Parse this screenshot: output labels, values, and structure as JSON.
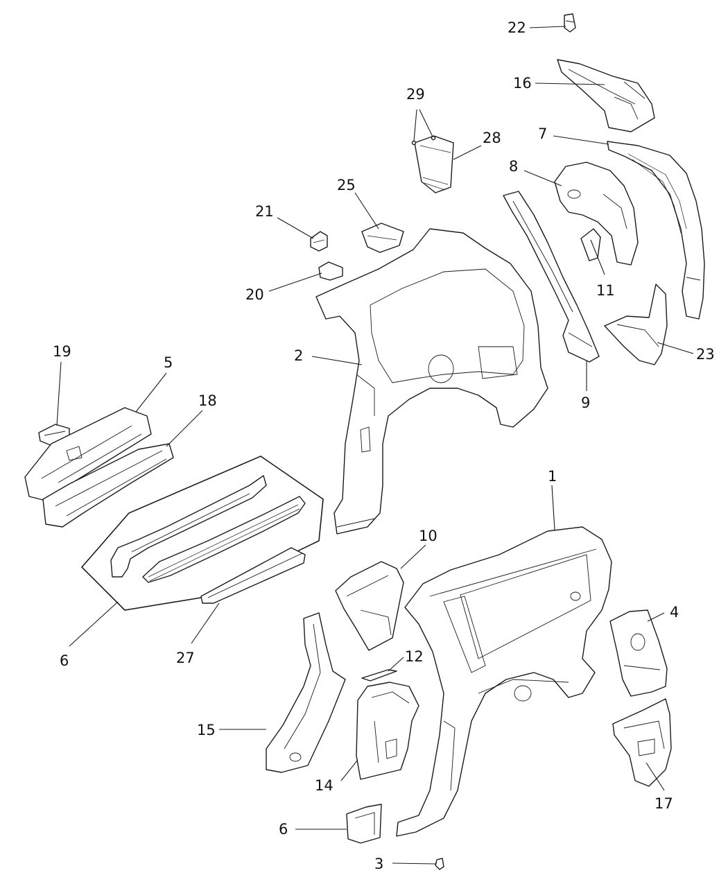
{
  "callouts": [
    {
      "id": "c1",
      "label": "1"
    },
    {
      "id": "c2",
      "label": "2"
    },
    {
      "id": "c3",
      "label": "3"
    },
    {
      "id": "c4",
      "label": "4"
    },
    {
      "id": "c5",
      "label": "5"
    },
    {
      "id": "c6a",
      "label": "6"
    },
    {
      "id": "c6b",
      "label": "6"
    },
    {
      "id": "c7",
      "label": "7"
    },
    {
      "id": "c8",
      "label": "8"
    },
    {
      "id": "c9",
      "label": "9"
    },
    {
      "id": "c10",
      "label": "10"
    },
    {
      "id": "c11",
      "label": "11"
    },
    {
      "id": "c12",
      "label": "12"
    },
    {
      "id": "c14",
      "label": "14"
    },
    {
      "id": "c15",
      "label": "15"
    },
    {
      "id": "c16",
      "label": "16"
    },
    {
      "id": "c17",
      "label": "17"
    },
    {
      "id": "c18",
      "label": "18"
    },
    {
      "id": "c19",
      "label": "19"
    },
    {
      "id": "c20",
      "label": "20"
    },
    {
      "id": "c21",
      "label": "21"
    },
    {
      "id": "c22",
      "label": "22"
    },
    {
      "id": "c23",
      "label": "23"
    },
    {
      "id": "c25",
      "label": "25"
    },
    {
      "id": "c27",
      "label": "27"
    },
    {
      "id": "c28",
      "label": "28"
    },
    {
      "id": "c29",
      "label": "29"
    }
  ]
}
